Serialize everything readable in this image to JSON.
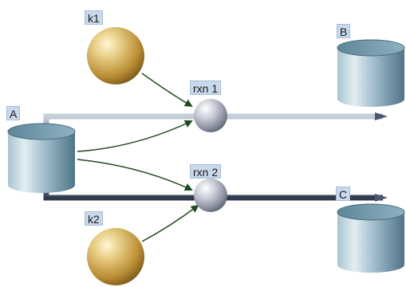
{
  "diagram": {
    "nodes": [
      {
        "id": "A",
        "label": "A",
        "kind": "species"
      },
      {
        "id": "B",
        "label": "B",
        "kind": "species"
      },
      {
        "id": "C",
        "label": "C",
        "kind": "species"
      },
      {
        "id": "k1",
        "label": "k1",
        "kind": "parameter"
      },
      {
        "id": "k2",
        "label": "k2",
        "kind": "parameter"
      },
      {
        "id": "rxn1",
        "label": "rxn 1",
        "kind": "reaction"
      },
      {
        "id": "rxn2",
        "label": "rxn 2",
        "kind": "reaction"
      }
    ],
    "edges": [
      {
        "from": "A",
        "to": "B",
        "via": "rxn1",
        "kind": "reaction-line"
      },
      {
        "from": "A",
        "to": "C",
        "via": "rxn2",
        "kind": "reaction-line"
      },
      {
        "from": "k1",
        "to": "rxn1",
        "kind": "modifier-arrow"
      },
      {
        "from": "A",
        "to": "rxn1",
        "kind": "modifier-arrow"
      },
      {
        "from": "A",
        "to": "rxn2",
        "kind": "modifier-arrow"
      },
      {
        "from": "k2",
        "to": "rxn2",
        "kind": "modifier-arrow"
      }
    ],
    "colors": {
      "label_bg": "#c9d9ec",
      "species": "#7fa3b5",
      "parameter": "#c8a24c",
      "reaction": "#a7acbc",
      "line": "#5b6e86",
      "arrow": "#1f4a1f"
    }
  }
}
